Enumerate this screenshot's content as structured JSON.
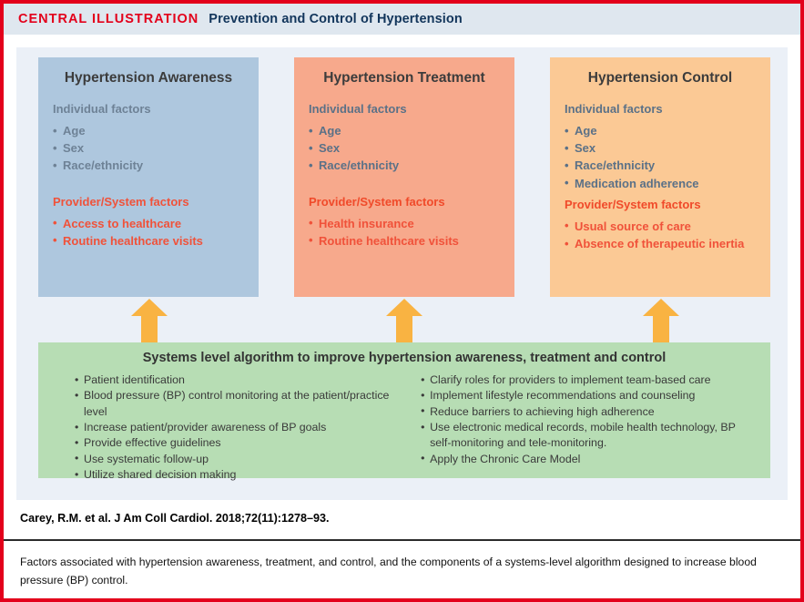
{
  "header": {
    "label": "CENTRAL ILLUSTRATION",
    "title": "Prevention and Control of Hypertension",
    "accent_color": "#e3001b",
    "title_color": "#12355b",
    "background_color": "#dfe7ef"
  },
  "panels": [
    {
      "id": "awareness",
      "title": "Hypertension Awareness",
      "background_color": "#aec7de",
      "individual_heading": "Individual factors",
      "individual_items": [
        "Age",
        "Sex",
        "Race/ethnicity"
      ],
      "provider_heading": "Provider/System factors",
      "provider_items": [
        "Access to healthcare",
        "Routine healthcare visits"
      ]
    },
    {
      "id": "treatment",
      "title": "Hypertension Treatment",
      "background_color": "#f7a98c",
      "individual_heading": "Individual factors",
      "individual_items": [
        "Age",
        "Sex",
        "Race/ethnicity"
      ],
      "provider_heading": "Provider/System factors",
      "provider_items": [
        "Health insurance",
        "Routine healthcare visits"
      ]
    },
    {
      "id": "control",
      "title": "Hypertension Control",
      "background_color": "#fbc995",
      "individual_heading": "Individual factors",
      "individual_items": [
        "Age",
        "Sex",
        "Race/ethnicity",
        "Medication adherence"
      ],
      "provider_heading": "Provider/System factors",
      "provider_items": [
        "Usual source of care",
        "Absence of therapeutic inertia"
      ]
    }
  ],
  "arrows": {
    "color": "#f9b342",
    "direction": "up",
    "count": 3
  },
  "algorithm": {
    "title": "Systems level algorithm to improve hypertension awareness, treatment and control",
    "background_color": "#b7ddb4",
    "left_items": [
      "Patient identification",
      "Blood pressure (BP) control monitoring at the patient/practice level",
      "Increase patient/provider awareness of BP goals",
      "Provide effective guidelines",
      "Use systematic follow-up",
      "Utilize shared decision making"
    ],
    "right_items": [
      "Clarify roles for providers to implement team-based care",
      "Implement lifestyle recommendations and counseling",
      "Reduce barriers to achieving high adherence",
      "Use electronic medical records, mobile health technology, BP self-monitoring and tele-monitoring.",
      "Apply the Chronic Care Model"
    ]
  },
  "citation": "Carey, R.M. et al. J Am Coll Cardiol. 2018;72(11):1278–93.",
  "caption": "Factors associated with hypertension awareness, treatment, and control, and the components of a systems-level algorithm designed to increase blood pressure (BP) control."
}
